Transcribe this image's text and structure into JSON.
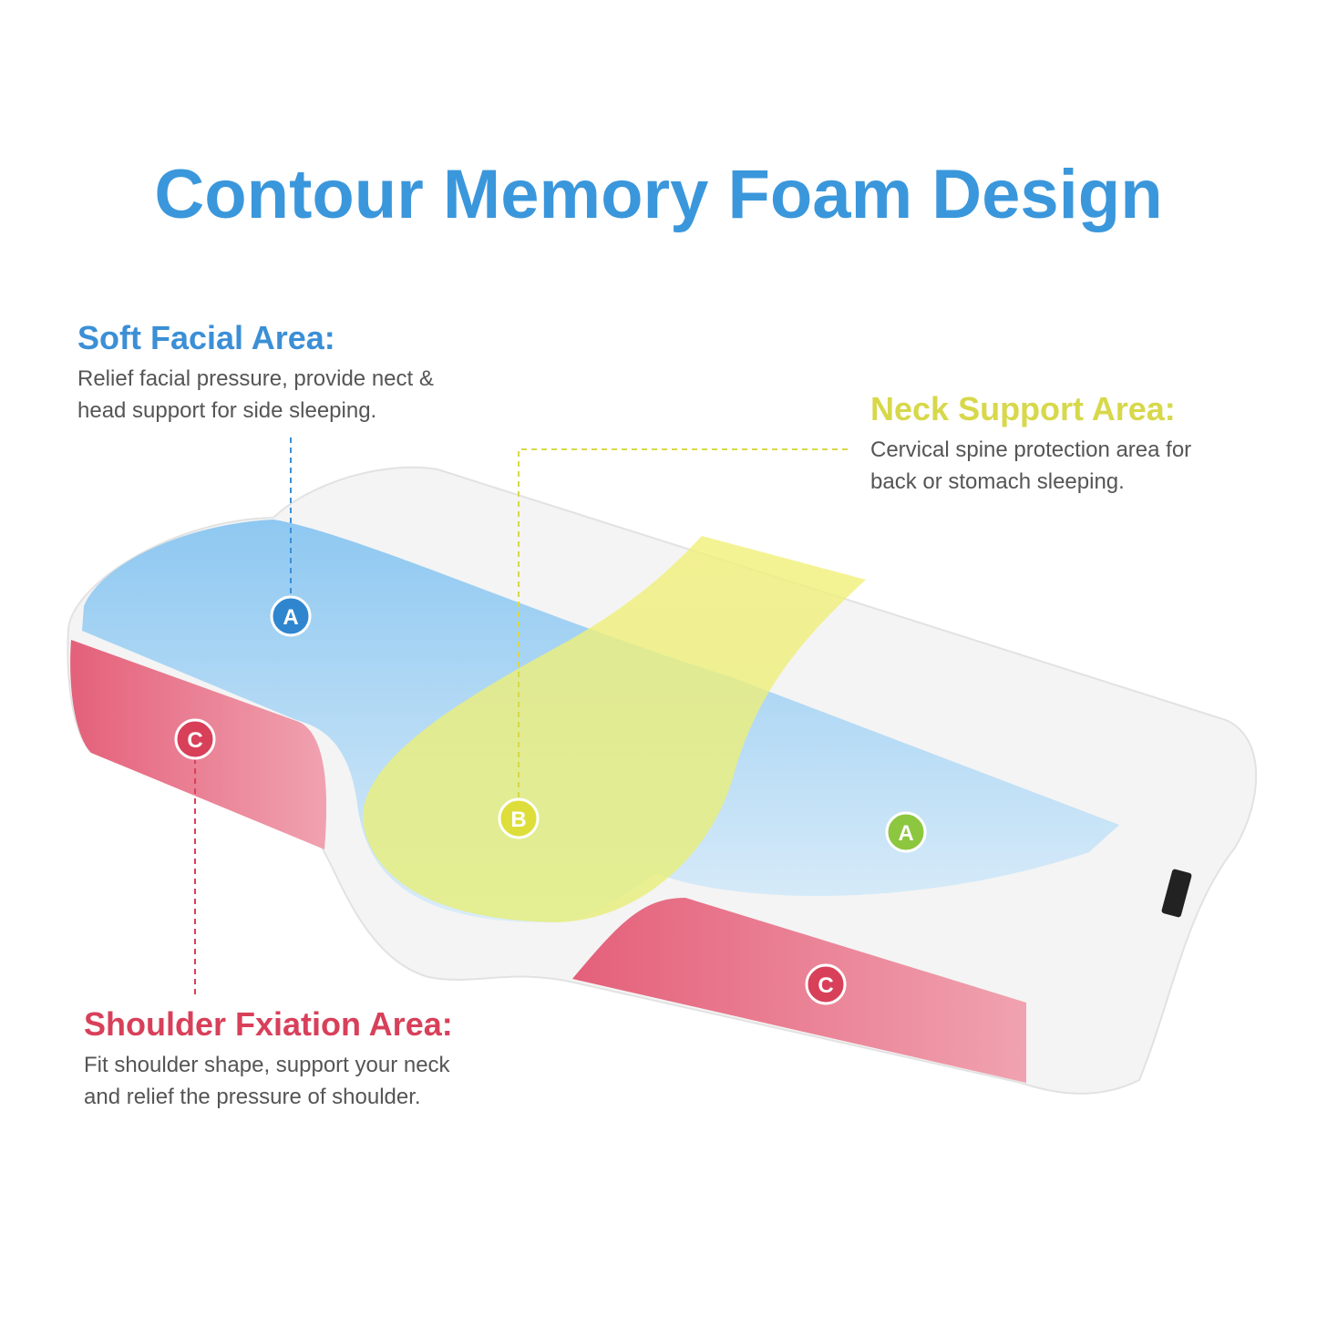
{
  "title": "Contour Memory Foam Design",
  "colors": {
    "title": "#3b97db",
    "soft": "#3b8fd6",
    "neck": "#d7d84a",
    "shoulder": "#d8405a",
    "text": "#555555"
  },
  "sections": {
    "soft_facial": {
      "heading": "Soft Facial Area:",
      "lines": [
        "Relief facial pressure, provide nect &",
        "head support for side sleeping."
      ]
    },
    "neck_support": {
      "heading": "Neck Support Area:",
      "lines": [
        "Cervical spine protection area for",
        "back or stomach sleeping."
      ]
    },
    "shoulder": {
      "heading": "Shoulder Fxiation Area:",
      "lines": [
        "Fit shoulder shape, support your neck",
        "and relief the pressure of shoulder."
      ]
    }
  },
  "markers": {
    "a1": "A",
    "a2": "A",
    "b": "B",
    "c1": "C",
    "c2": "C"
  }
}
